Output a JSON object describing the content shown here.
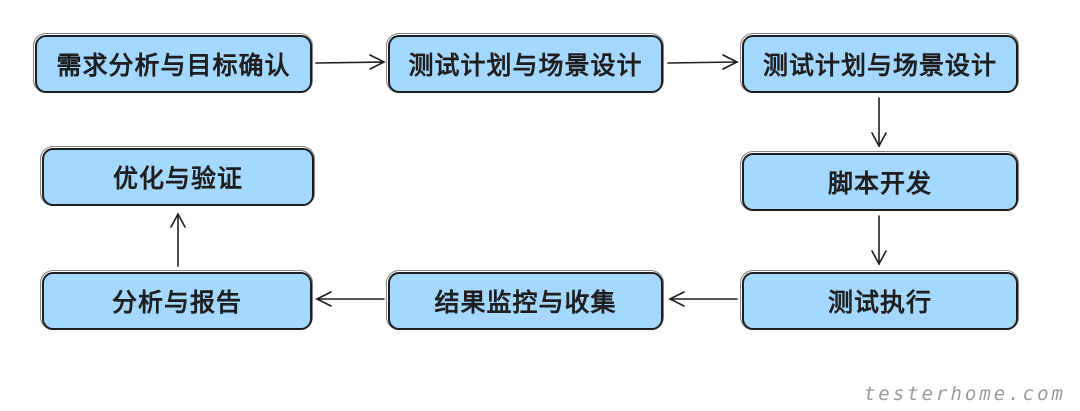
{
  "steps": [
    "需求分析与目标确认",
    "测试计划与场景设计",
    "测试计划与场景设计",
    "脚本开发",
    "测试执行",
    "结果监控与收集",
    "分析与报告",
    "优化与验证"
  ],
  "watermark": "testerhome.com",
  "colors": {
    "box_fill": "#a5d8ff",
    "stroke": "#1e1e1e"
  }
}
